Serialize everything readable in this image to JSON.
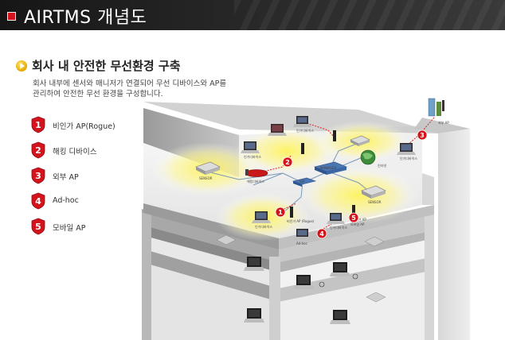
{
  "header": {
    "title": "AIRTMS 개념도"
  },
  "section": {
    "title": "회사 내 안전한 무선환경 구축",
    "desc_line1": "회사 내부에 센서와 매니저가 연결되어 무선 디바이스와 AP를",
    "desc_line2": "관리하여 안전한 무선 환경을 구성합니다."
  },
  "legend": [
    {
      "num": "1",
      "label": "비인가 AP(Rogue)"
    },
    {
      "num": "2",
      "label": "해킹 디바이스"
    },
    {
      "num": "3",
      "label": "외부 AP"
    },
    {
      "num": "4",
      "label": "Ad-hoc"
    },
    {
      "num": "5",
      "label": "모바일 AP"
    }
  ],
  "diagram": {
    "sensor_label": "SENSOR",
    "manager_label": "MANAGER",
    "sw_label": "SW",
    "internet_label": "인터넷",
    "external_ap_label": "외부 AP",
    "device_label": "인가디바이스",
    "rogue_label": "비인가 AP (Rogue)",
    "adhoc_label": "Ad-hoc",
    "ap_label": "인가 AP",
    "hack_label": "해킹디바이스",
    "mobile_label": "모바일 AP"
  },
  "colors": {
    "badge": "#d4141c",
    "header_bg": "#1c1c1c",
    "glow": "#fff58a",
    "network_line": "#7a9ab8",
    "attack_line": "#e02020"
  }
}
